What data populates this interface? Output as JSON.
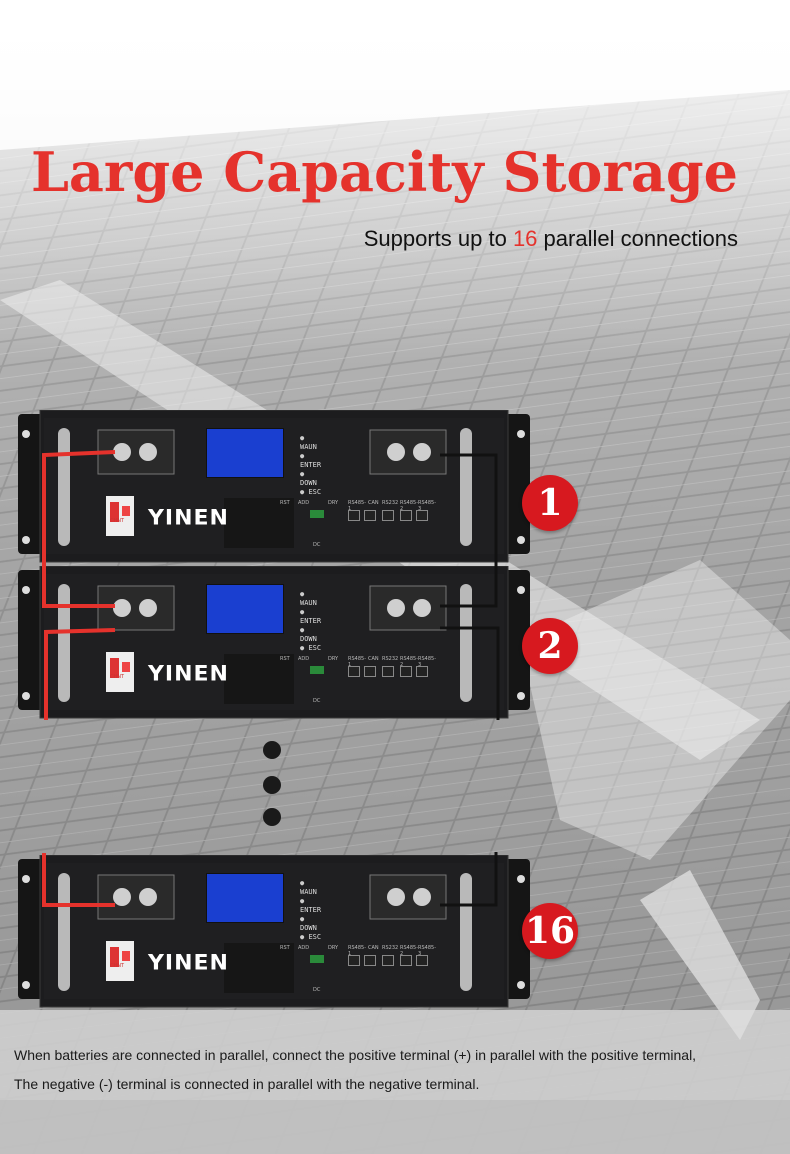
{
  "headline": "Large Capacity Storage",
  "subtitle": {
    "prefix": "Supports up to ",
    "number": "16",
    "suffix": " parallel connections"
  },
  "notes": [
    "When batteries are connected in parallel, connect the positive terminal (+) in parallel with the positive terminal,",
    "The negative (-) terminal is connected in parallel with the negative terminal."
  ],
  "badges": [
    "1",
    "2",
    "16"
  ],
  "battery": {
    "brand": "YINEN",
    "menu": [
      "WAUN",
      "ENTER",
      "DOWN",
      "ESC"
    ],
    "port_labels": [
      "RST",
      "ADD",
      "DRY",
      "RS485-1",
      "CAN",
      "RS232",
      "RS485-2",
      "RS485-3"
    ],
    "switch_label": "DC",
    "breaker_text": "CHNT"
  },
  "colors": {
    "accent_red": "#e5322c",
    "badge_red": "#d7191f",
    "panel_black": "#1c1c1e",
    "lcd_blue": "#1a3fd0",
    "bar_silver": "#b9b9b9"
  }
}
